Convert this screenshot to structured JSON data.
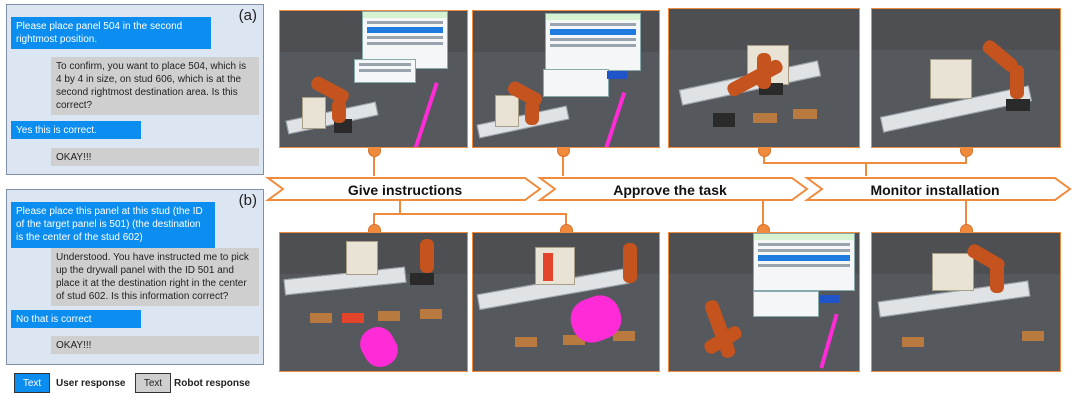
{
  "panel_a": {
    "tag": "(a)",
    "messages": [
      {
        "role": "user",
        "text": "Please place panel 504 in the second rightmost position."
      },
      {
        "role": "robot",
        "text": "To confirm, you want to place 504, which is 4 by 4 in size, on stud 606, which is at the second rightmost destination area. Is this correct?"
      },
      {
        "role": "user",
        "text": "Yes this is correct."
      },
      {
        "role": "robot",
        "text": "OKAY!!!"
      }
    ]
  },
  "panel_b": {
    "tag": "(b)",
    "messages": [
      {
        "role": "user",
        "text": "Please place this panel at this stud (the ID of the target panel is 501) (the destination is the center of the stud 602)"
      },
      {
        "role": "robot",
        "text": "Understood. You have instructed me to pick up the drywall panel with the ID 501 and place it at the destination right in the center of stud 602. Is this information correct?"
      },
      {
        "role": "user",
        "text": "No that is correct"
      },
      {
        "role": "robot",
        "text": "OKAY!!!"
      }
    ]
  },
  "legend": {
    "user_box": "Text",
    "user_label": "User response",
    "robot_box": "Text",
    "robot_label": "Robot response"
  },
  "stages": [
    "Give instructions",
    "Approve the task",
    "Monitor installation"
  ],
  "colors": {
    "accent": "#f08a3c",
    "user_bubble": "#0b8ef0",
    "robot_bubble": "#cfcfcf",
    "panel_bg": "#dce6f2",
    "pointer": "#ff2bd6"
  }
}
